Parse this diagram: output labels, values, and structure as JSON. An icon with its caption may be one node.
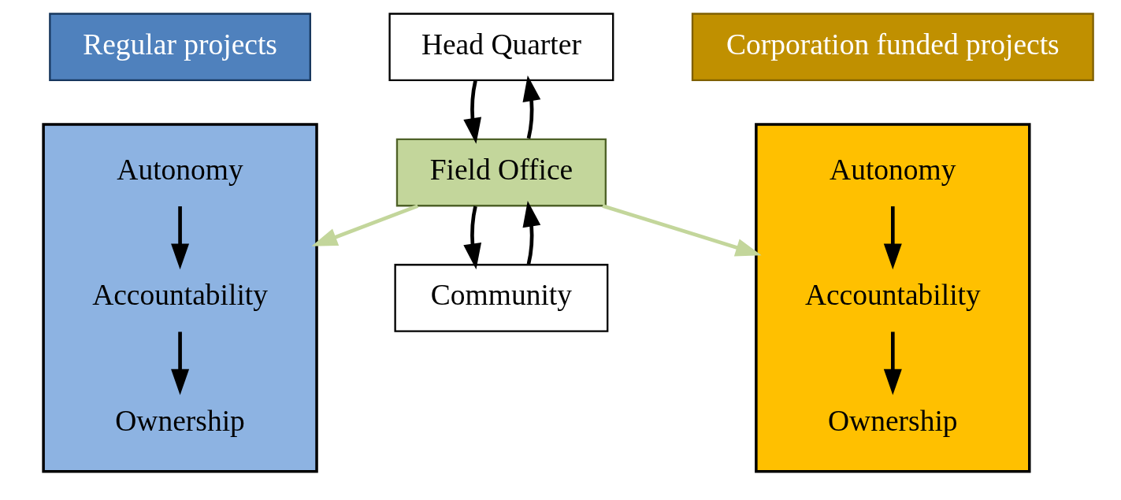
{
  "diagram": {
    "nodes": [
      {
        "text": [
          "Regular projects"
        ]
      },
      {
        "text": [],
        "shape": "box"
      },
      {
        "text": [
          "Autonomy"
        ],
        "in": 1
      },
      {
        "text": [
          "Accountability"
        ],
        "in": 1
      },
      {
        "text": [
          "Ownership"
        ],
        "in": 1
      },
      {
        "text": [
          "Head Quarter"
        ]
      },
      {
        "text": [
          "Field Office"
        ]
      },
      {
        "text": [
          "Corporation funded projects"
        ]
      },
      {
        "text": [],
        "shape": "box"
      },
      {
        "text": [
          "Autonomy"
        ],
        "in": 8
      },
      {
        "text": [
          "Accountability"
        ],
        "in": 8
      },
      {
        "text": [
          "Ownership"
        ],
        "in": 8
      },
      {
        "text": [
          "Community"
        ]
      }
    ],
    "edges": [
      {
        "from": 2,
        "to": 3,
        "arrow": "to"
      },
      {
        "from": 3,
        "to": 4,
        "arrow": "to"
      },
      {
        "from": 5,
        "to": 6,
        "arrow": "to"
      },
      {
        "from": 6,
        "to": 5,
        "arrow": "to"
      },
      {
        "from": 6,
        "to": 1,
        "arrow": "to",
        "color": "#c3d69b"
      },
      {
        "from": 6,
        "to": 8,
        "arrow": "to",
        "color": "#c3d69b"
      },
      {
        "from": 6,
        "to": 12,
        "arrow": "to"
      },
      {
        "from": 12,
        "to": 6,
        "arrow": "to"
      },
      {
        "from": 9,
        "to": 10,
        "arrow": "to"
      },
      {
        "from": 10,
        "to": 11,
        "arrow": "to"
      }
    ]
  }
}
